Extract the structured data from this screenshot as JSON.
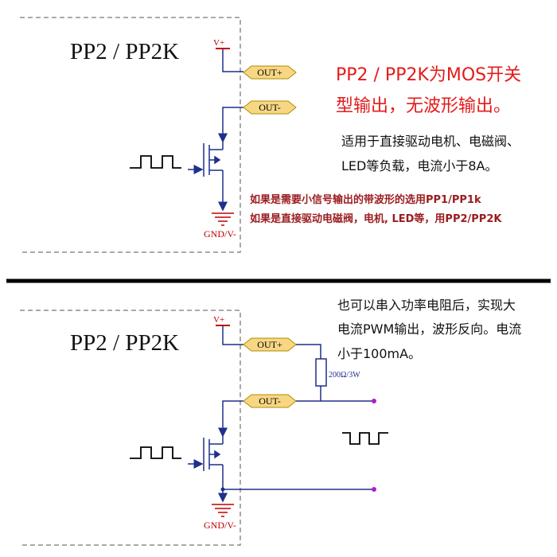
{
  "colors": {
    "wire": "#1f2f8c",
    "dashed": "#555555",
    "terminal_fill": "#f7d784",
    "terminal_stroke": "#b38b00",
    "terminal_text": "#000000",
    "power_red": "#c00000",
    "headline_red": "#e41b1b",
    "note_red": "#9b1d20",
    "body_text": "#111111",
    "probe_dot": "#b01ec8",
    "divider": "#000000"
  },
  "top_panel": {
    "title": "PP2 / PP2K",
    "vplus": "V+",
    "gnd": "GND/V-",
    "out_plus": "OUT+",
    "out_minus": "OUT-",
    "headline_line1": "PP2 / PP2K为MOS开关",
    "headline_line2": "型输出，无波形输出。",
    "desc_line1": "适用于直接驱动电机、电磁阀、",
    "desc_line2": "LED等负载，电流小于8A。",
    "note_line1": "如果是需要小信号输出的带波形的选用PP1/PP1k",
    "note_line2": "如果是直接驱动电磁阀，电机, LED等，用PP2/PP2K"
  },
  "bottom_panel": {
    "title": "PP2 / PP2K",
    "vplus": "V+",
    "gnd": "GND/V-",
    "out_plus": "OUT+",
    "out_minus": "OUT-",
    "resistor_label": "200Ω/3W",
    "desc_line1": "也可以串入功率电阻后，实现大",
    "desc_line2": "电流PWM输出，波形反向。电流",
    "desc_line3": "小于100mA。"
  },
  "icons": {
    "pulse_input": "square-wave-icon",
    "pulse_output": "inverted-square-wave-icon",
    "transistor": "mosfet-icon",
    "ground": "ground-icon",
    "resistor": "resistor-icon",
    "terminal": "terminal-tag-icon",
    "probe": "probe-dot-icon"
  }
}
